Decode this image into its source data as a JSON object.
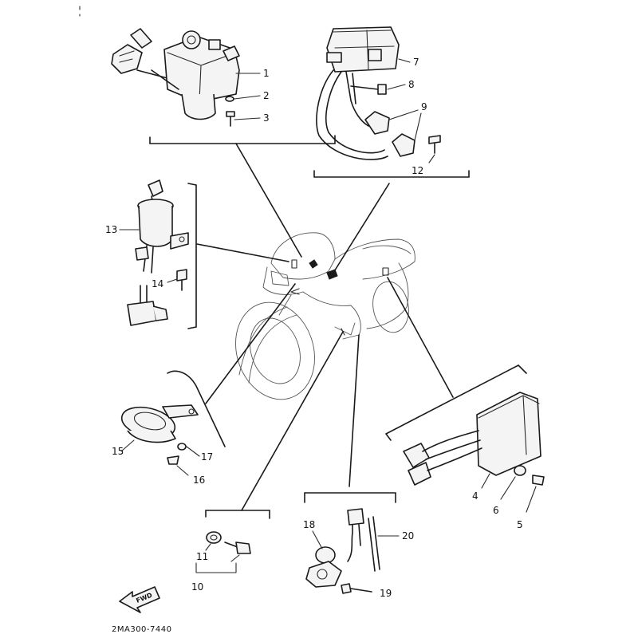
{
  "diagram": {
    "code": "2MA300-7440",
    "fwd_label": "FWD",
    "callouts": {
      "c1": "1",
      "c2": "2",
      "c3": "3",
      "c4": "4",
      "c5": "5",
      "c6": "6",
      "c7": "7",
      "c8": "8",
      "c9": "9",
      "c10": "10",
      "c11": "11",
      "c12": "12",
      "c13": "13",
      "c14": "14",
      "c15": "15",
      "c16": "16",
      "c17": "17",
      "c18": "18",
      "c19": "19",
      "c20": "20"
    }
  }
}
